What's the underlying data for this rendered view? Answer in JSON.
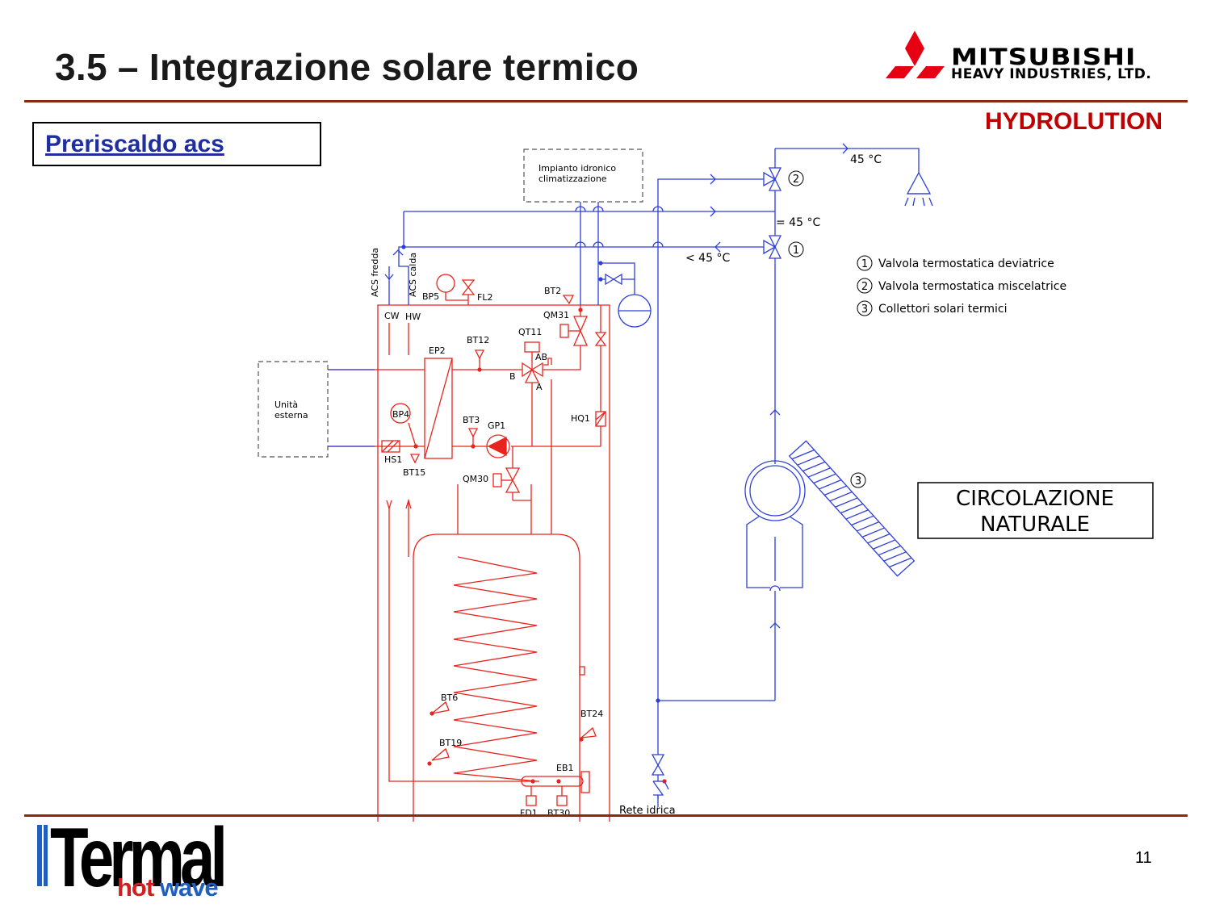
{
  "slide": {
    "title": "3.5 – Integrazione solare termico",
    "subtitle": "Preriscaldo acs",
    "brand": "HYDROLUTION",
    "page_number": "11"
  },
  "logos": {
    "mitsubishi_line1": "MITSUBISHI",
    "mitsubishi_line2": "HEAVY INDUSTRIES, LTD.",
    "termal_word": "Termal",
    "termal_hot": "hot",
    "termal_wave": "wave"
  },
  "colors": {
    "rule": "#8b2a10",
    "brand": "#c00000",
    "subtitle": "#1f2f9f",
    "circuit_red": "#e8241f",
    "circuit_blue": "#2d3fd8"
  },
  "diagram": {
    "external_unit": "Unità\nesterna",
    "hydronic_system": "Impianto idronico\nclimatizzazione",
    "acs_fredda": "ACS fredda",
    "acs_calda": "ACS calda",
    "cw": "CW",
    "hw": "HW",
    "temp_shower": "45 °C",
    "temp_equal": "= 45 °C",
    "temp_less": "< 45 °C",
    "mains": "Rete idrica",
    "natural_circulation": "CIRCOLAZIONE\nNATURALE",
    "valve_1": "1",
    "valve_2": "2",
    "collector_3": "3",
    "components": {
      "bp5": "BP5",
      "fl2": "FL2",
      "bt2": "BT2",
      "qm31": "QM31",
      "qt11": "QT11",
      "bt12": "BT12",
      "ep2": "EP2",
      "ab": "AB",
      "b": "B",
      "a": "A",
      "bp4": "BP4",
      "bt3": "BT3",
      "gp1": "GP1",
      "hq1": "HQ1",
      "hs1": "HS1",
      "bt15": "BT15",
      "qm30": "QM30",
      "bt6": "BT6",
      "bt19": "BT19",
      "bt24": "BT24",
      "eb1": "EB1",
      "fd1": "FD1",
      "bt30": "BT30"
    },
    "legend": [
      {
        "num": "1",
        "text": "Valvola termostatica deviatrice"
      },
      {
        "num": "2",
        "text": "Valvola termostatica miscelatrice"
      },
      {
        "num": "3",
        "text": "Collettori solari termici"
      }
    ]
  }
}
